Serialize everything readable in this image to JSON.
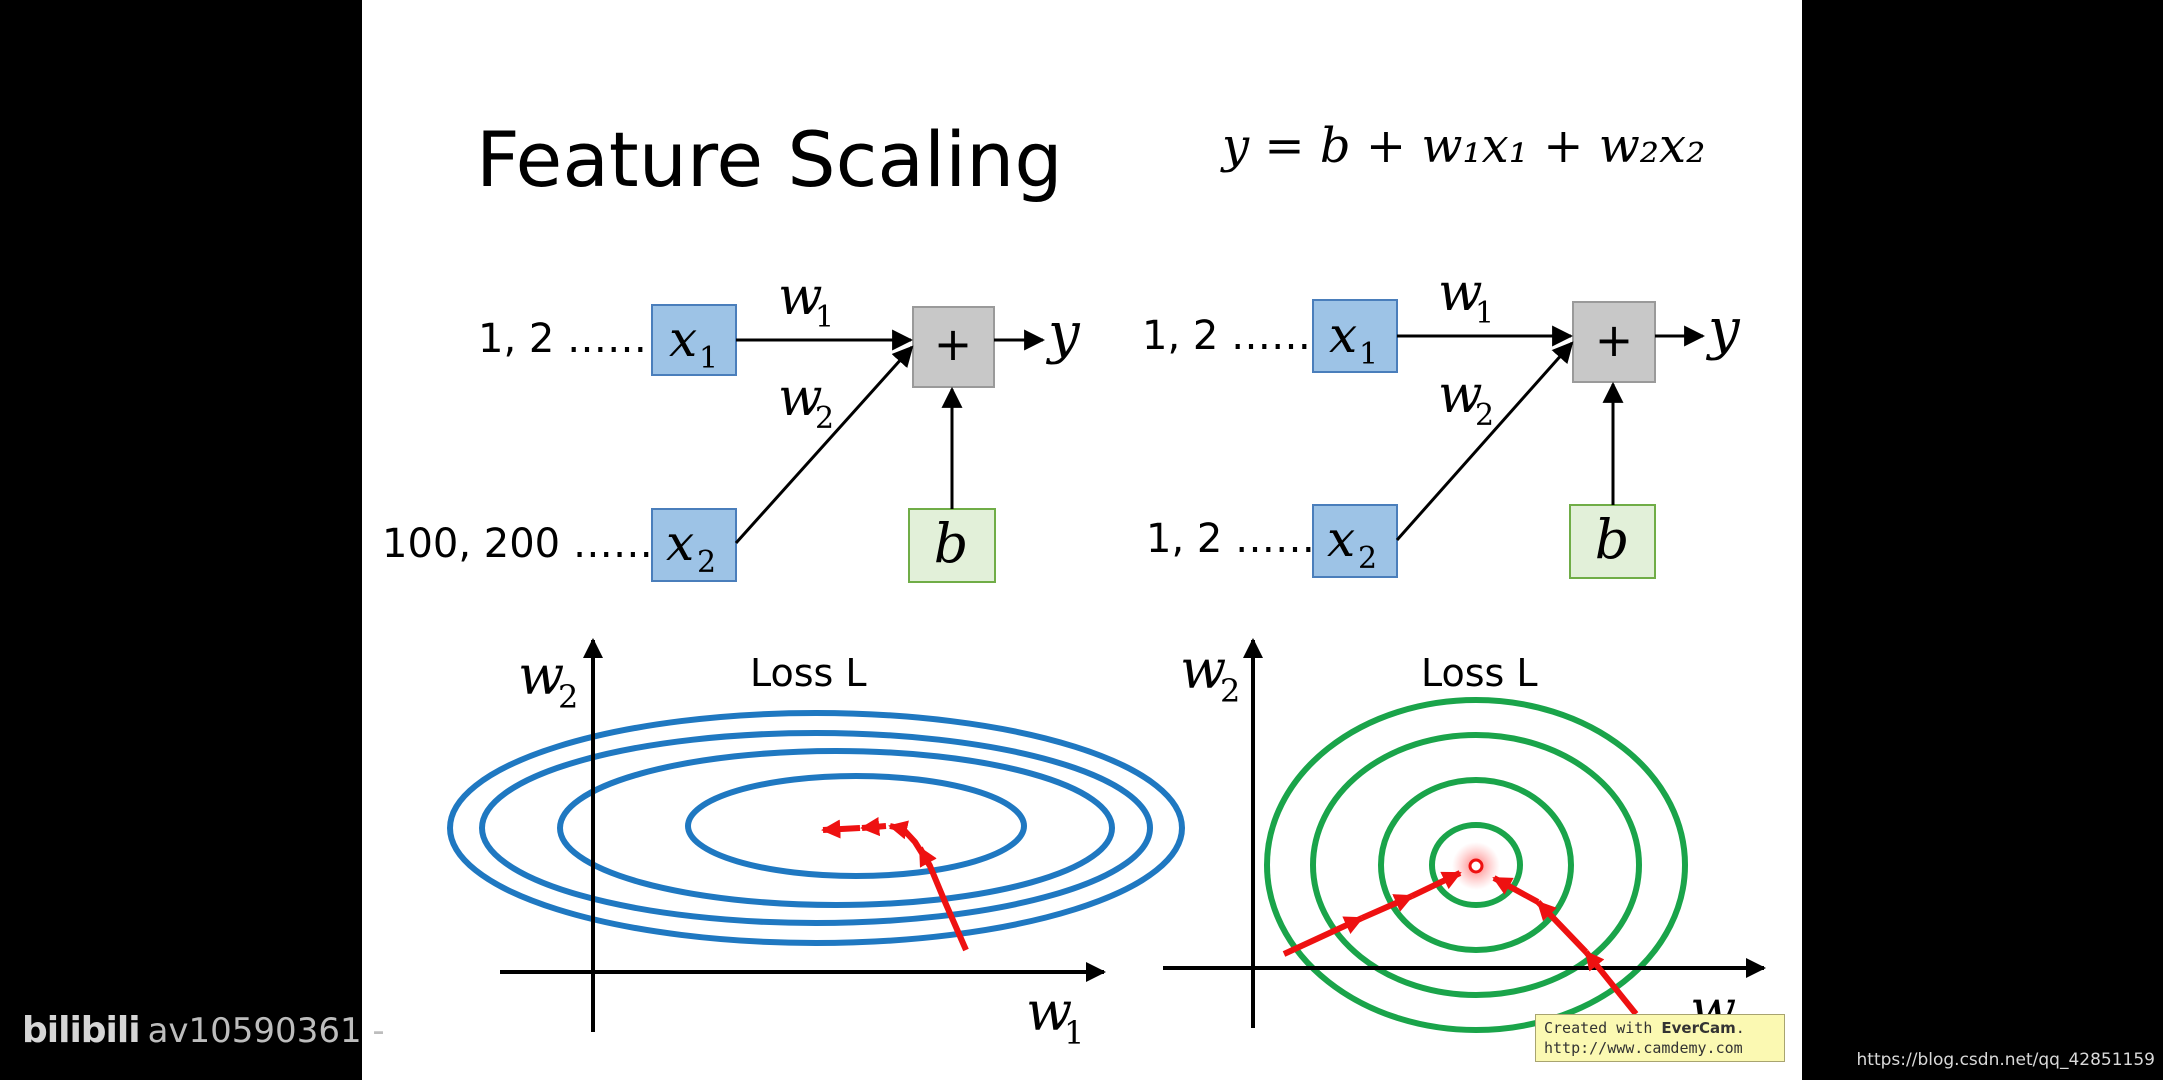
{
  "slide": {
    "title": "Feature Scaling",
    "equation": "y = b + w₁x₁ + w₂x₂"
  },
  "left": {
    "x1_values": "1, 2 ……",
    "x2_values": "100, 200 ……",
    "loss_label": "Loss L"
  },
  "right": {
    "x1_values": "1, 2 ……",
    "x2_values": "1, 2 ……",
    "loss_label": "Loss L"
  },
  "symbols": {
    "x": "x",
    "one": "1",
    "two": "2",
    "w": "w",
    "plus": "+",
    "y": "y",
    "b": "b"
  },
  "colors": {
    "input_box": "#9dc3e6",
    "input_box_border": "#4a7ebb",
    "sum_box": "#c8c8c8",
    "bias_box": "#e2f0d9",
    "bias_box_border": "#70ad47",
    "left_contour": "#1f78c1",
    "right_contour": "#1aa44a",
    "gradient_arrow": "#ee1111"
  },
  "watermark": {
    "logo": "bilibili",
    "id": "av10590361 -"
  },
  "overlay": {
    "created_with": "Created with",
    "brand": "EverCam",
    "period": ".",
    "url": "http://www.camdemy.com"
  },
  "source_url": "https://blog.csdn.net/qq_42851159"
}
